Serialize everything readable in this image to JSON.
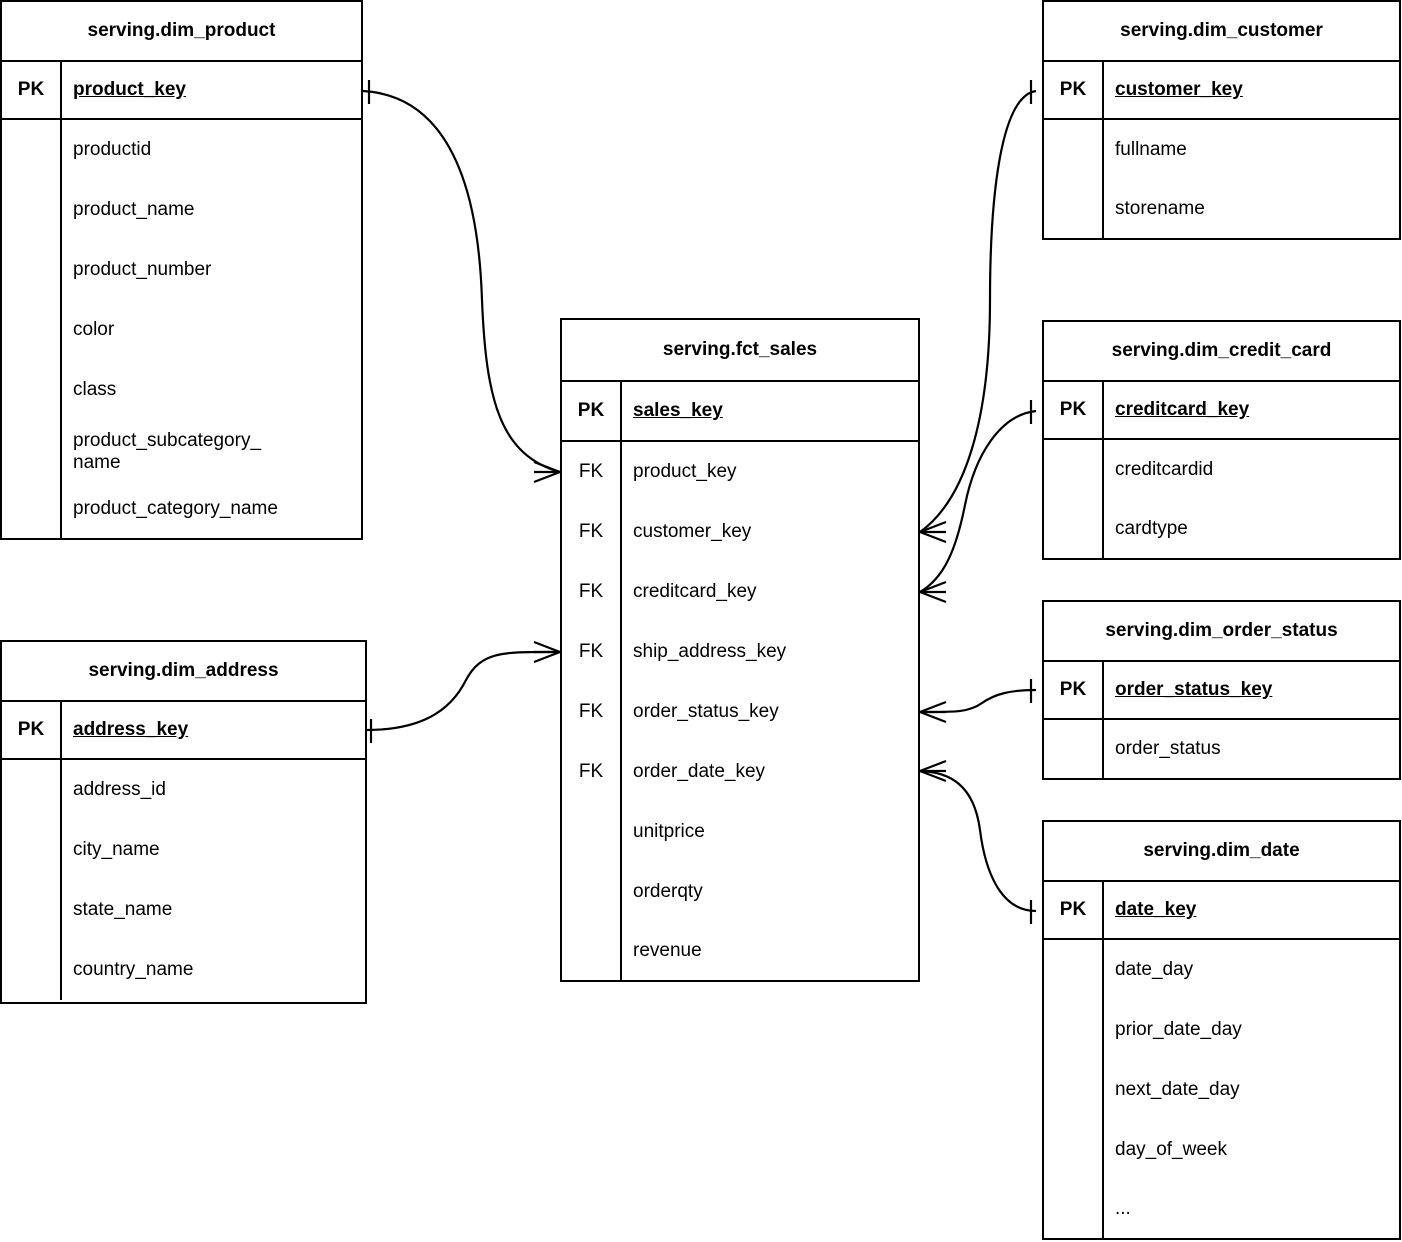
{
  "diagram": {
    "title": "serving star schema ERD",
    "notation": "crow-foot",
    "background_color": "#ffffff",
    "line_color": "#000000",
    "entities": [
      {
        "id": "dim_product",
        "name": "serving.dim_product",
        "pk": {
          "key_label": "PK",
          "column": "product_key"
        },
        "columns": [
          "productid",
          "product_name",
          "product_number",
          "color",
          "class",
          "product_subcategory_\nname",
          "product_category_name"
        ]
      },
      {
        "id": "dim_address",
        "name": "serving.dim_address",
        "pk": {
          "key_label": "PK",
          "column": "address_key"
        },
        "columns": [
          "address_id",
          "city_name",
          "state_name",
          "country_name"
        ]
      },
      {
        "id": "fct_sales",
        "name": "serving.fct_sales",
        "pk": {
          "key_label": "PK",
          "column": "sales_key"
        },
        "fk_label": "FK",
        "columns": [
          {
            "key": "FK",
            "name": "product_key"
          },
          {
            "key": "FK",
            "name": "customer_key"
          },
          {
            "key": "FK",
            "name": "creditcard_key"
          },
          {
            "key": "FK",
            "name": "ship_address_key"
          },
          {
            "key": "FK",
            "name": "order_status_key"
          },
          {
            "key": "FK",
            "name": "order_date_key"
          },
          {
            "key": "",
            "name": "unitprice"
          },
          {
            "key": "",
            "name": "orderqty"
          },
          {
            "key": "",
            "name": "revenue"
          }
        ]
      },
      {
        "id": "dim_customer",
        "name": "serving.dim_customer",
        "pk": {
          "key_label": "PK",
          "column": "customer_key"
        },
        "columns": [
          "fullname",
          "storename"
        ]
      },
      {
        "id": "dim_credit_card",
        "name": "serving.dim_credit_card",
        "pk": {
          "key_label": "PK",
          "column": "creditcard_key"
        },
        "columns": [
          "creditcardid",
          "cardtype"
        ]
      },
      {
        "id": "dim_order_status",
        "name": "serving.dim_order_status",
        "pk": {
          "key_label": "PK",
          "column": "order_status_key"
        },
        "columns": [
          "order_status"
        ]
      },
      {
        "id": "dim_date",
        "name": "serving.dim_date",
        "pk": {
          "key_label": "PK",
          "column": "date_key"
        },
        "columns": [
          "date_day",
          "prior_date_day",
          "next_date_day",
          "day_of_week",
          "..."
        ]
      }
    ],
    "relationships": [
      {
        "from": "dim_product",
        "from_column": "product_key",
        "to": "fct_sales",
        "to_column": "product_key",
        "from_cardinality": "one",
        "to_cardinality": "many"
      },
      {
        "from": "dim_address",
        "from_column": "address_key",
        "to": "fct_sales",
        "to_column": "ship_address_key",
        "from_cardinality": "one",
        "to_cardinality": "many"
      },
      {
        "from": "dim_customer",
        "from_column": "customer_key",
        "to": "fct_sales",
        "to_column": "customer_key",
        "from_cardinality": "one",
        "to_cardinality": "many"
      },
      {
        "from": "dim_credit_card",
        "from_column": "creditcard_key",
        "to": "fct_sales",
        "to_column": "creditcard_key",
        "from_cardinality": "one",
        "to_cardinality": "many"
      },
      {
        "from": "dim_order_status",
        "from_column": "order_status_key",
        "to": "fct_sales",
        "to_column": "order_status_key",
        "from_cardinality": "one",
        "to_cardinality": "many"
      },
      {
        "from": "dim_date",
        "from_column": "date_key",
        "to": "fct_sales",
        "to_column": "order_date_key",
        "from_cardinality": "one",
        "to_cardinality": "many"
      }
    ]
  }
}
